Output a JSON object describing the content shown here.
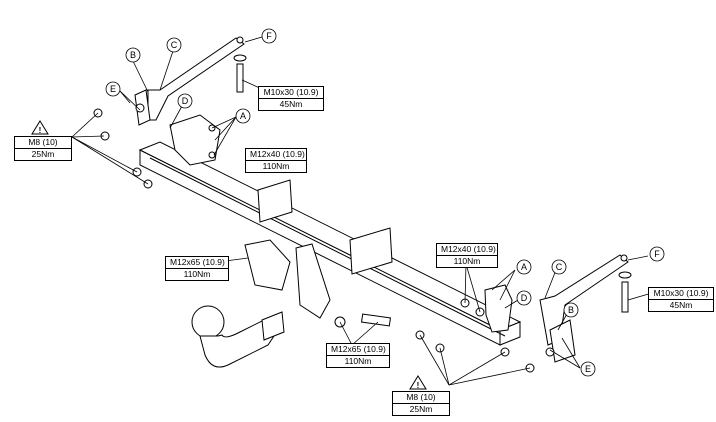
{
  "callouts": {
    "A": "A",
    "B": "B",
    "C": "C",
    "D": "D",
    "E": "E",
    "F": "F"
  },
  "specs": {
    "left_nut": {
      "size": "M8 (10)",
      "torque": "25Nm"
    },
    "bottom_nut": {
      "size": "M8 (10)",
      "torque": "25Nm"
    },
    "left_bolt_top": {
      "size": "M10x30 (10.9)",
      "torque": "45Nm"
    },
    "right_bolt_top": {
      "size": "M10x30 (10.9)",
      "torque": "45Nm"
    },
    "beam_bolt_left": {
      "size": "M12x40 (10.9)",
      "torque": "110Nm"
    },
    "beam_bolt_right": {
      "size": "M12x40 (10.9)",
      "torque": "110Nm"
    },
    "ball_bolt_left": {
      "size": "M12x65 (10.9)",
      "torque": "110Nm"
    },
    "ball_bolt_bottom": {
      "size": "M12x65 (10.9)",
      "torque": "110Nm"
    }
  },
  "warning_symbol": "!"
}
